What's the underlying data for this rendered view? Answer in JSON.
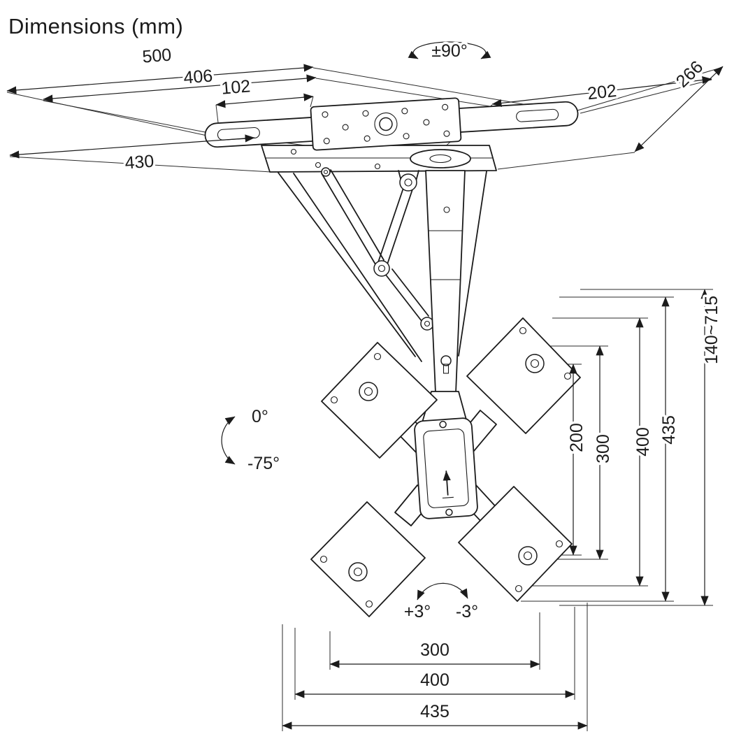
{
  "title": "Dimensions (mm)",
  "colors": {
    "ink": "#1b1b1b",
    "background": "#ffffff"
  },
  "annotations": {
    "swivel_range": "±90°",
    "tilt_upper": "0°",
    "tilt_lower": "-75°",
    "level_left": "+3°",
    "level_right": "-3°"
  },
  "dimensions": {
    "ceiling_plate": {
      "overall_width": "500",
      "mount_span": "406",
      "center_offset": "102",
      "depth": "430",
      "right_span": "202",
      "side_depth": "266"
    },
    "height": {
      "range": "140~715"
    },
    "vesa_vertical": {
      "v200": "200",
      "v300": "300",
      "v400": "400",
      "v435": "435"
    },
    "vesa_horizontal": {
      "h300": "300",
      "h400": "400",
      "h435": "435"
    }
  }
}
